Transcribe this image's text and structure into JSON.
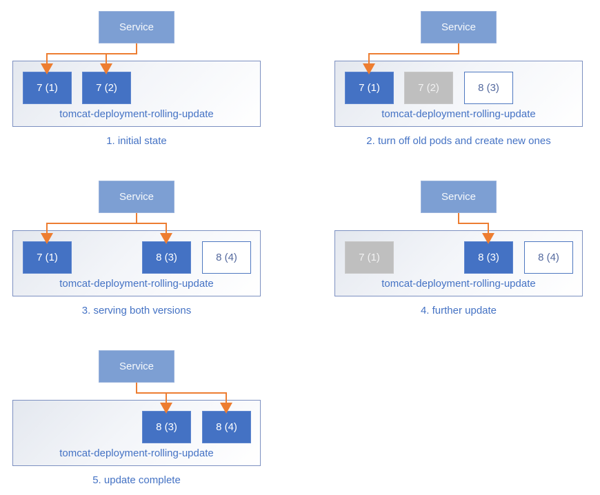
{
  "service_label": "Service",
  "deployment_label": "tomcat-deployment-rolling-update",
  "colors": {
    "service_fill": "#7d9fd3",
    "pod_active_fill": "#4472c4",
    "pod_terminated_fill": "#bfbfbf",
    "pod_new_border": "#4d77c0",
    "container_border": "#7b8fc0",
    "label_text": "#4472c4",
    "arrow": "#ed7d31"
  },
  "panels": [
    {
      "caption": "1. initial state",
      "pods": [
        {
          "label": "7 (1)",
          "state": "active",
          "slot": 0
        },
        {
          "label": "7 (2)",
          "state": "active",
          "slot": 1
        }
      ],
      "service_targets": [
        0,
        1
      ]
    },
    {
      "caption": "2. turn off old pods and create new ones",
      "pods": [
        {
          "label": "7 (1)",
          "state": "active",
          "slot": 0
        },
        {
          "label": "7 (2)",
          "state": "terminated",
          "slot": 1
        },
        {
          "label": "8 (3)",
          "state": "new",
          "slot": 2
        }
      ],
      "service_targets": [
        0
      ]
    },
    {
      "caption": "3. serving both versions",
      "pods": [
        {
          "label": "7 (1)",
          "state": "active",
          "slot": 0
        },
        {
          "label": "8 (3)",
          "state": "active",
          "slot": 2
        },
        {
          "label": "8 (4)",
          "state": "new",
          "slot": 3
        }
      ],
      "service_targets": [
        0,
        2
      ]
    },
    {
      "caption": "4. further update",
      "pods": [
        {
          "label": "7 (1)",
          "state": "terminated",
          "slot": 0
        },
        {
          "label": "8 (3)",
          "state": "active",
          "slot": 2
        },
        {
          "label": "8 (4)",
          "state": "new",
          "slot": 3
        }
      ],
      "service_targets": [
        2
      ]
    },
    {
      "caption": "5. update complete",
      "pods": [
        {
          "label": "8 (3)",
          "state": "active",
          "slot": 2
        },
        {
          "label": "8 (4)",
          "state": "active",
          "slot": 3
        }
      ],
      "service_targets": [
        2,
        3
      ]
    }
  ]
}
